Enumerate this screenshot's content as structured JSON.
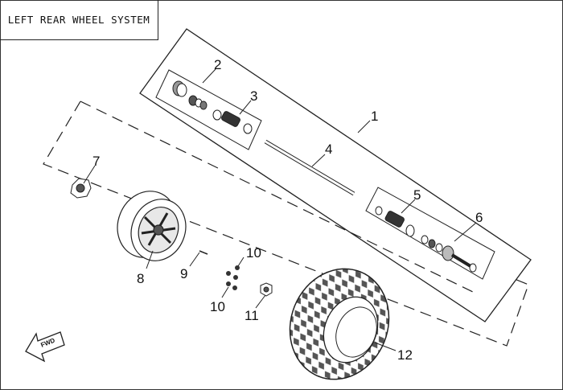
{
  "title": "LEFT REAR WHEEL SYSTEM",
  "forward_arrow_label": "FWD",
  "callouts": {
    "c1": "1",
    "c2": "2",
    "c3": "3",
    "c4": "4",
    "c5": "5",
    "c6": "6",
    "c7": "7",
    "c8": "8",
    "c9": "9",
    "c10a": "10",
    "c10b": "10",
    "c11": "11",
    "c12": "12"
  }
}
